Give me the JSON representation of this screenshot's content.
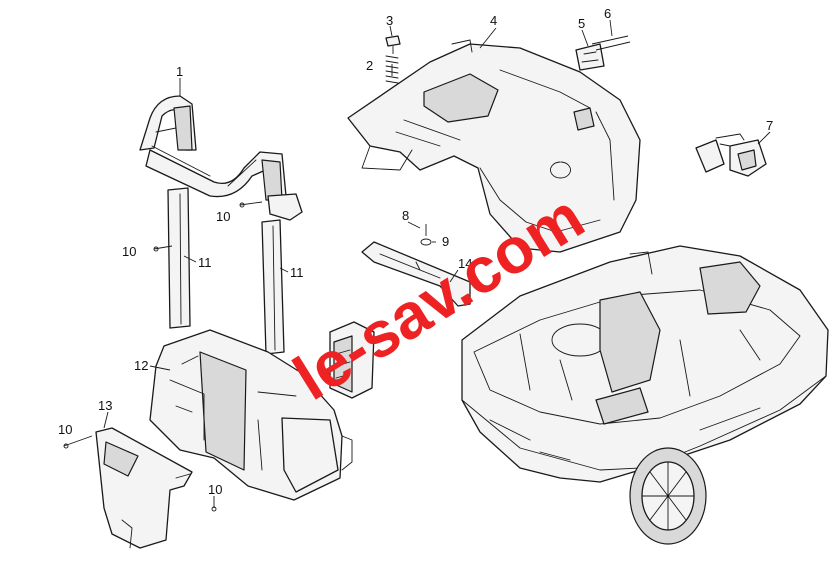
{
  "callouts": [
    {
      "id": "1",
      "text": "1"
    },
    {
      "id": "2",
      "text": "2"
    },
    {
      "id": "3",
      "text": "3"
    },
    {
      "id": "4",
      "text": "4"
    },
    {
      "id": "5",
      "text": "5"
    },
    {
      "id": "6",
      "text": "6"
    },
    {
      "id": "7",
      "text": "7"
    },
    {
      "id": "8",
      "text": "8"
    },
    {
      "id": "9",
      "text": "9"
    },
    {
      "id": "10a",
      "text": "10"
    },
    {
      "id": "10b",
      "text": "10"
    },
    {
      "id": "10c",
      "text": "10"
    },
    {
      "id": "10d",
      "text": "10"
    },
    {
      "id": "11a",
      "text": "11"
    },
    {
      "id": "11b",
      "text": "11"
    },
    {
      "id": "12",
      "text": "12"
    },
    {
      "id": "13",
      "text": "13"
    },
    {
      "id": "14",
      "text": "14"
    }
  ],
  "watermark": {
    "text": "le-sav.com",
    "color": "#ee2222"
  },
  "colors": {
    "line": "#1a1a1a",
    "fill": "#f4f4f4",
    "shade": "#d9d9d9"
  }
}
